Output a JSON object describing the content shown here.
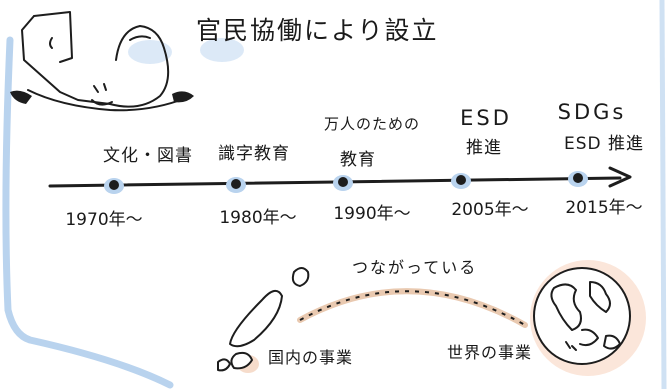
{
  "title": "官民協働により設立",
  "timeline": [
    {
      "year": "1970年〜",
      "label": "文化・図書"
    },
    {
      "year": "1980年〜",
      "label": "識字教育"
    },
    {
      "year": "1990年〜",
      "label_small": "万人のための",
      "label": "教育"
    },
    {
      "year": "2005年〜",
      "label_big": "ESD",
      "label": "推進"
    },
    {
      "year": "2015年〜",
      "label_big": "SDGs",
      "label": "ESD 推進"
    }
  ],
  "connection_label": "つながっている",
  "domestic_label": "国内の事業",
  "world_label": "世界の事業",
  "colors": {
    "ink": "#1d1d1d",
    "blue_accent": "#b9d3ee",
    "peach_accent": "#f6dccb"
  }
}
